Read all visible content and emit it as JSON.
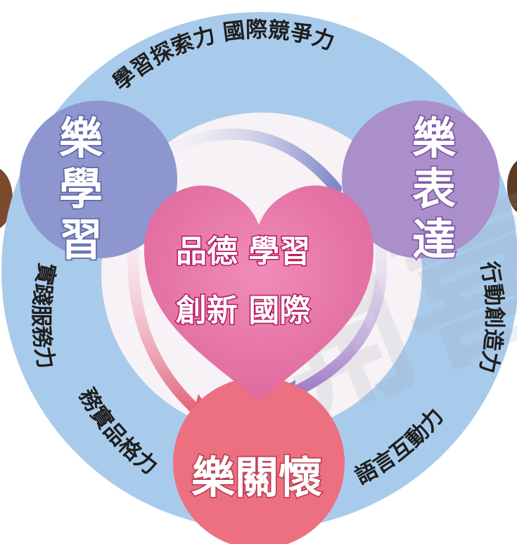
{
  "ring_phrases": {
    "top": "學習探索力 國際競爭力",
    "left": "實踐服務力",
    "right": "行動創造力",
    "bottom_left": "務實品格力",
    "bottom_right": "語言互動力"
  },
  "circles": {
    "learn": "樂學習",
    "express": "樂表達",
    "care": "樂關懷"
  },
  "heart": {
    "line1": "品德 學習",
    "line2": "創新 國際"
  },
  "watermark": "開喜",
  "colors": {
    "ring": "#a9cbeb",
    "inner": "#f7f2f6",
    "learn": "#8d96cf",
    "express": "#ab8fca",
    "care": "#ec7080",
    "heart": "#e87aa9"
  }
}
